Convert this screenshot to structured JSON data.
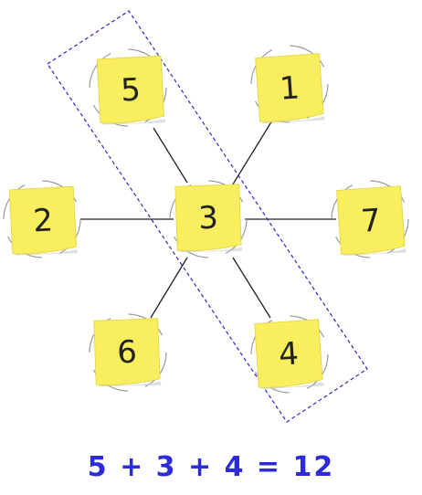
{
  "colors": {
    "note_fill": "#f9ee5e",
    "note_shadow": "#e2d23f",
    "line": "#222222",
    "ring": "#9a9a9a",
    "highlight_box": "#2a2ac8",
    "equation": "#2b2bd9"
  },
  "diagram": {
    "center": {
      "label": "3"
    },
    "nodes": [
      {
        "id": "top-left",
        "label": "5"
      },
      {
        "id": "top-right",
        "label": "1"
      },
      {
        "id": "left",
        "label": "2"
      },
      {
        "id": "right",
        "label": "7"
      },
      {
        "id": "bottom-left",
        "label": "6"
      },
      {
        "id": "bottom-right",
        "label": "4"
      }
    ]
  },
  "equation": {
    "text": "5 + 3 + 4 = 12"
  }
}
